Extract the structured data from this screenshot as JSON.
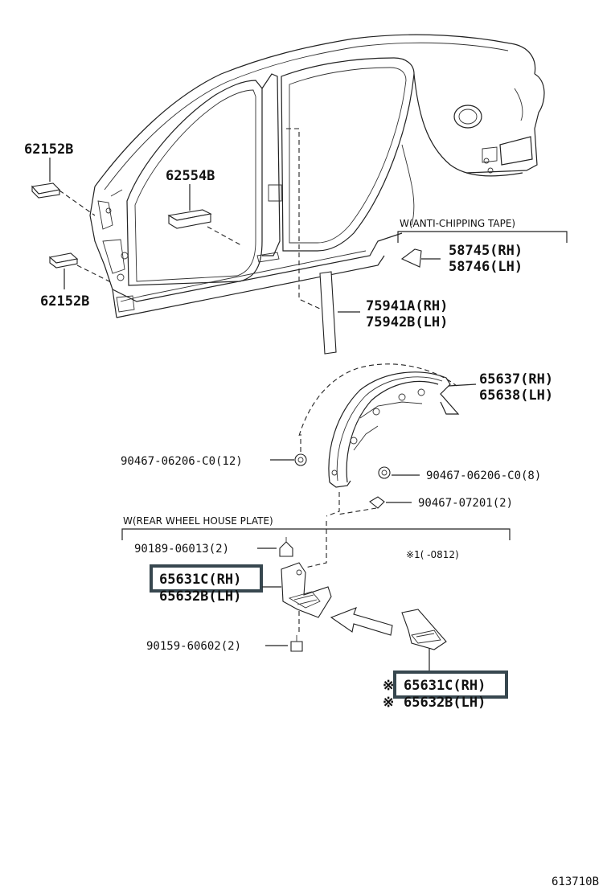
{
  "labels": {
    "p62152b_top": "62152B",
    "p62554b": "62554B",
    "p62152b_bottom": "62152B",
    "anti_chip_note": "W(ANTI-CHIPPING TAPE)",
    "p58745": "58745(RH)",
    "p58746": "58746(LH)",
    "p75941a": "75941A(RH)",
    "p75942b": "75942B(LH)",
    "p65637": "65637(RH)",
    "p65638": "65638(LH)",
    "clip_12": "90467-06206-C0(12)",
    "clip_8": "90467-06206-C0(8)",
    "clip_07201": "90467-07201(2)",
    "wheel_house_note": "W(REAR WHEEL HOUSE PLATE)",
    "nut_06013": "90189-06013(2)",
    "date_note": "※1(   -0812)",
    "p65631c_a": "65631C(RH)",
    "p65632b_a": "65632B(LH)",
    "bolt_60602": "90159-60602(2)",
    "mark_1": "※",
    "mark_2": "※",
    "p65631c_b": "65631C(RH)",
    "p65632b_b": "65632B(LH)",
    "figure_id": "613710B"
  },
  "highlight_color": "#37474f"
}
